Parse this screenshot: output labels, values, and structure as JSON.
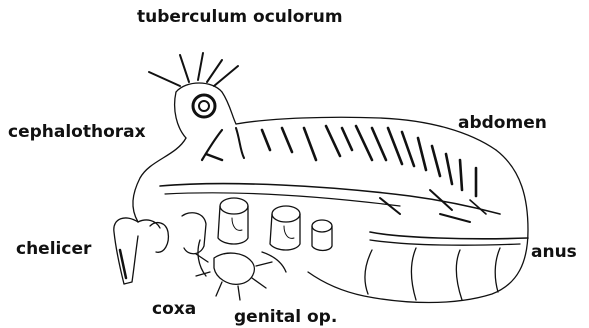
{
  "labels": {
    "tuberculum": "tuberculum oculorum",
    "cephalothorax": "cephalothorax",
    "abdomen": "abdomen",
    "chelicer": "chelicer",
    "anus": "anus",
    "coxa": "coxa",
    "genital": "genital op."
  },
  "colors": {
    "ink": "#111111",
    "background": "#ffffff"
  }
}
